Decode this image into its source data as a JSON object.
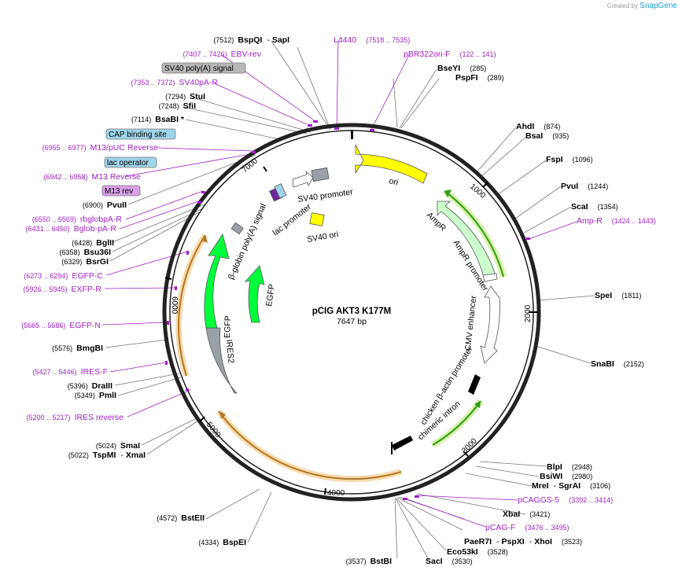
{
  "brand": {
    "created_by": "Created by",
    "name": "SnapGene"
  },
  "plasmid": {
    "name": "pCIG AKT3 K177M",
    "size": "7647 bp"
  },
  "ticks": [
    "1000",
    "2000",
    "3000",
    "4000",
    "5000",
    "6000",
    "7000"
  ],
  "features": {
    "ori": "ori",
    "ampr": "AmpR",
    "ampr_promoter": "AmpR promoter",
    "cmv_enhancer": "CMV enhancer",
    "chicken_promoter": "chicken β-actin promoter",
    "chimeric_intron": "chimeric intron",
    "egfp_inner": "EGFP",
    "egfp_outer": "EGFP",
    "ires2": "IRES2",
    "bglobin": "β-globin poly(A) signal",
    "lac_promoter": "lac promoter",
    "sv40_promoter": "SV40 promoter",
    "sv40_ori": "SV40 ori"
  },
  "labels": {
    "bspqi": {
      "pos": "(7512)",
      "name": "BspQI",
      "sep": "-",
      "name2": "SapI"
    },
    "l4440": {
      "name": "L4440",
      "pos": "(7518 .. 7535)"
    },
    "ebv": {
      "pos": "(7407 .. 7426)",
      "name": "EBV-rev"
    },
    "pbr": {
      "name": "pBR322ori-F",
      "pos": "(122 .. 141)"
    },
    "sv40polya_box": "SV40 poly(A) signal",
    "bseyi": {
      "name": "BseYI",
      "pos": "(285)"
    },
    "pspfi": {
      "name": "PspFI",
      "pos": "(289)"
    },
    "sv40pa": {
      "pos": "(7353 .. 7372)",
      "name": "SV40pA-R"
    },
    "stui": {
      "pos": "(7294)",
      "name": "StuI"
    },
    "sfii": {
      "pos": "(7248)",
      "name": "SfiI"
    },
    "bsabi": {
      "pos": "(7114)",
      "name": "BsaBI *"
    },
    "ahdi": {
      "name": "AhdI",
      "pos": "(874)"
    },
    "bsai": {
      "name": "BsaI",
      "pos": "(935)"
    },
    "cap_box": "CAP binding site",
    "m13puc": {
      "pos": "(6955 .. 6977)",
      "name": "M13/pUC Reverse"
    },
    "fspi": {
      "name": "FspI",
      "pos": "(1096)"
    },
    "lacop_box": "lac operator",
    "m13rev_p": {
      "pos": "(6942 .. 6958)",
      "name": "M13 Reverse"
    },
    "pvui": {
      "name": "PvuI",
      "pos": "(1244)"
    },
    "m13rev_box": "M13 rev",
    "scai": {
      "name": "ScaI",
      "pos": "(1354)"
    },
    "pvuii": {
      "pos": "(6900)",
      "name": "PvuII"
    },
    "ampr_primer": {
      "name": "Amp-R",
      "pos": "(1424 .. 1443)"
    },
    "rbglob": {
      "pos": "(6550 .. 6569)",
      "name": "rbglobpA-R"
    },
    "bglob": {
      "pos": "(6431 .. 6450)",
      "name": "Bglob-pA-R"
    },
    "bglii": {
      "pos": "(6428)",
      "name": "BglII"
    },
    "bsu36i": {
      "pos": "(6358)",
      "name": "Bsu36I"
    },
    "bsrgi": {
      "pos": "(6329)",
      "name": "BsrGI"
    },
    "egfpc": {
      "pos": "(6273 .. 6294)",
      "name": "EGFP-C"
    },
    "exfpr": {
      "pos": "(5926 .. 5945)",
      "name": "EXFP-R"
    },
    "spei": {
      "name": "SpeI",
      "pos": "(1811)"
    },
    "egfpn": {
      "pos": "(5665 .. 5686)",
      "name": "EGFP-N"
    },
    "bmgbi": {
      "pos": "(5576)",
      "name": "BmgBI"
    },
    "snabi": {
      "name": "SnaBI",
      "pos": "(2152)"
    },
    "iresf": {
      "pos": "(5427 .. 5446)",
      "name": "IRES-F"
    },
    "draiii": {
      "pos": "(5396)",
      "name": "DraIII"
    },
    "pmli": {
      "pos": "(5349)",
      "name": "PmlI"
    },
    "iresrev": {
      "pos": "(5200 .. 5217)",
      "name": "IRES reverse"
    },
    "smai": {
      "pos": "(5024)",
      "name": "SmaI"
    },
    "tspmi": {
      "pos": "(5022)",
      "name": "TspMI",
      "sep": "-",
      "name2": "XmaI"
    },
    "blpi": {
      "name": "BlpI",
      "pos": "(2948)"
    },
    "bsiwi": {
      "name": "BsiWI",
      "pos": "(2980)"
    },
    "mrei": {
      "name": "MreI",
      "sep": "-",
      "name2": "SgrAI",
      "pos": "(3106)"
    },
    "pcaggs": {
      "name": "pCAGGS-5",
      "pos": "(3392 .. 3414)"
    },
    "xbai": {
      "name": "XbaI",
      "pos": "(3421)"
    },
    "pcagf": {
      "name": "pCAG-F",
      "pos": "(3476 .. 3495)"
    },
    "paer7i": {
      "name": "PaeR7I",
      "sep": "-",
      "name2": "PspXI",
      "sep2": "-",
      "name3": "XhoI",
      "pos": "(3523)"
    },
    "eco53ki": {
      "name": "Eco53kI",
      "pos": "(3528)"
    },
    "saci": {
      "name": "SacI",
      "pos": "(3530)"
    },
    "bstbi": {
      "pos": "(3537)",
      "name": "BstBI"
    },
    "bsteii": {
      "pos": "(4572)",
      "name": "BstEII"
    },
    "bspei": {
      "pos": "(4334)",
      "name": "BspEI"
    }
  }
}
